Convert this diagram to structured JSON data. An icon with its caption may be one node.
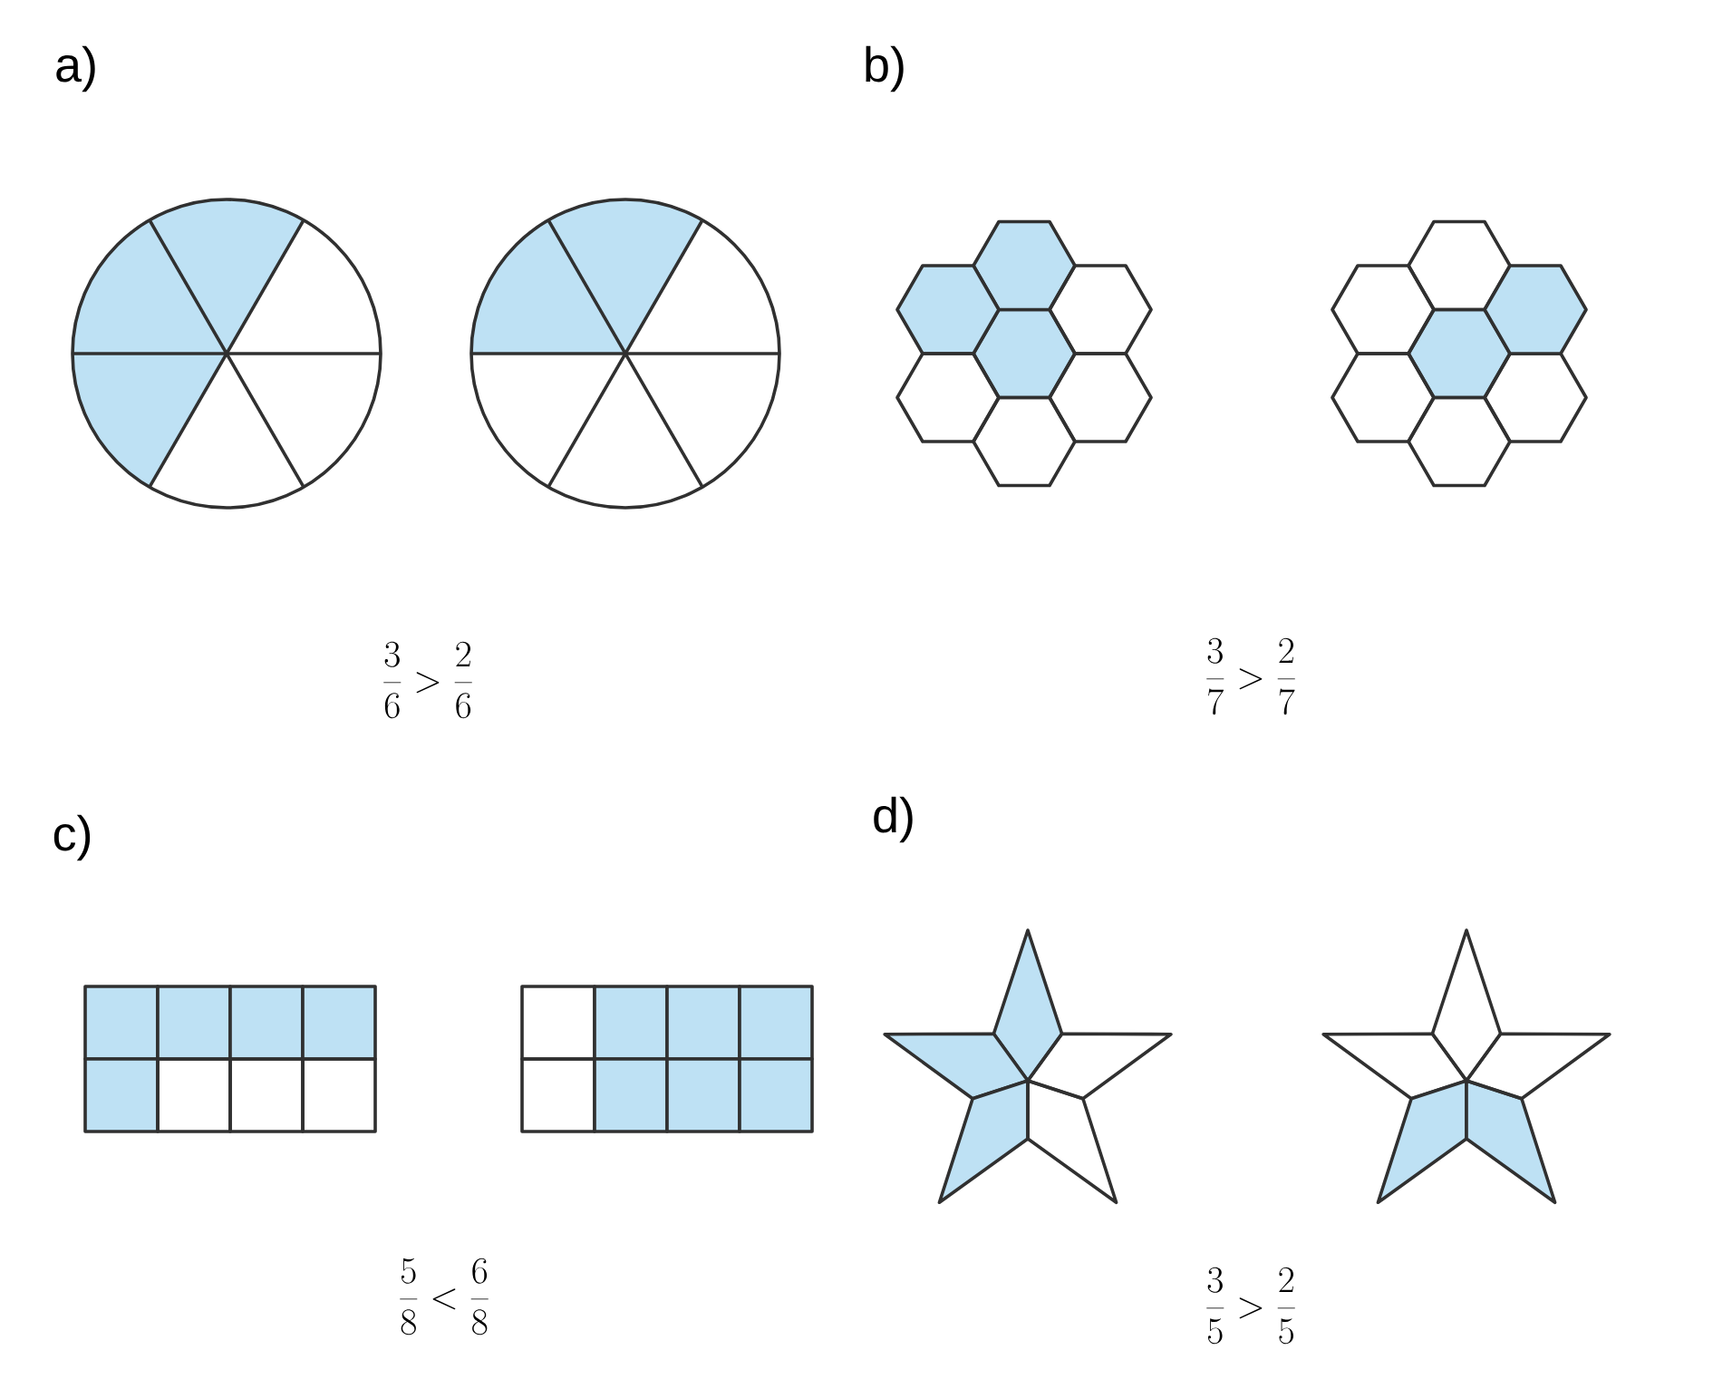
{
  "diagram": {
    "labels": [
      "a)",
      "b)",
      "\\frac{3}{6} > \\frac{2}{6}",
      "\\frac{3}{7} > \\frac{2}{7}",
      "c)",
      "d)",
      "\\frac{5}{8} < \\frac{6}{8}",
      "\\frac{3}{5} > \\frac{2}{5}"
    ]
  }
}
